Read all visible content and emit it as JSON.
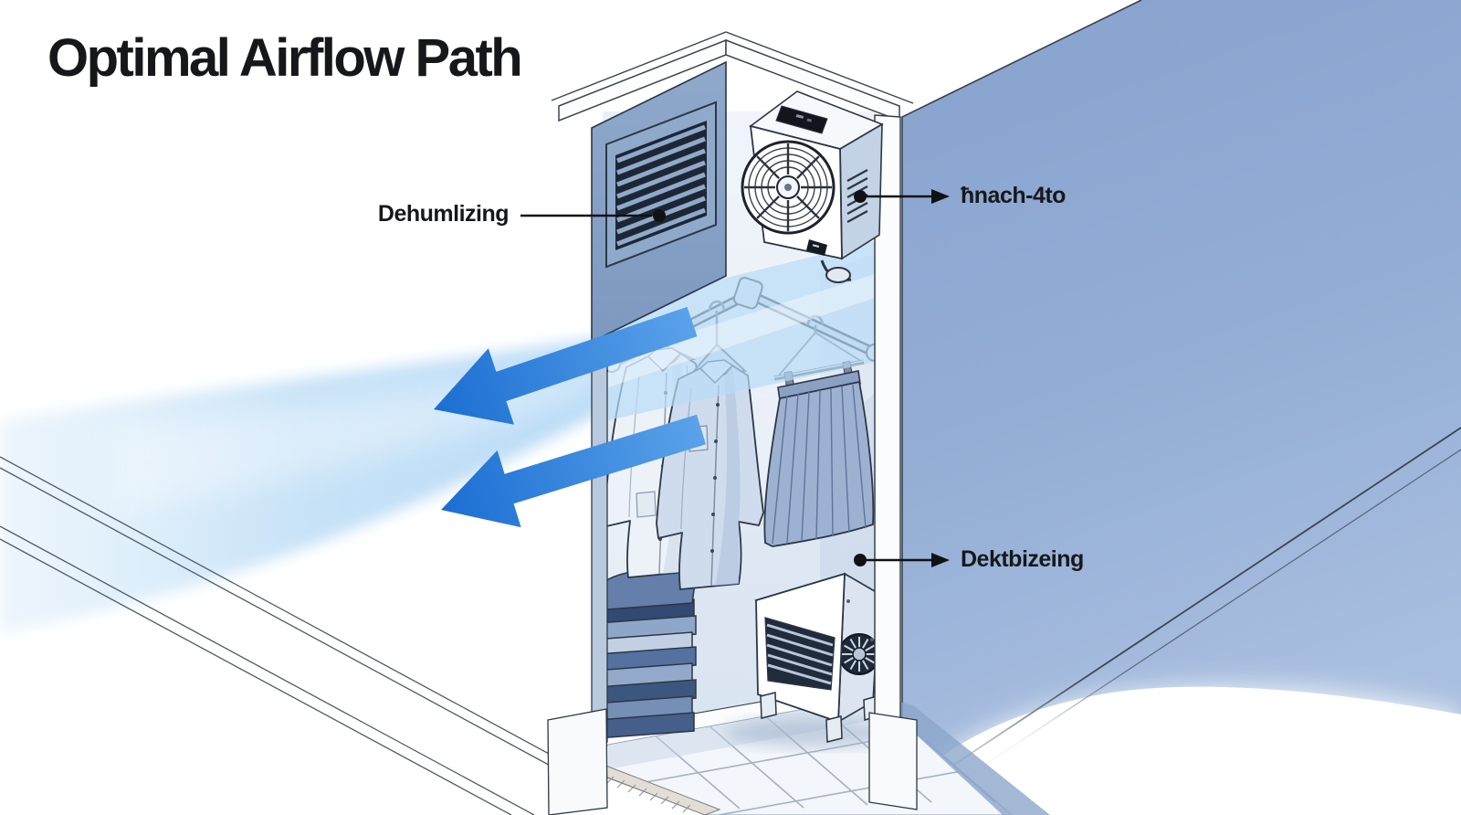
{
  "title": "Optimal Airflow Path",
  "labels": {
    "dehumidifying": {
      "text": "Dehumlizing"
    },
    "intake_unit": {
      "text": "ħnach-4to"
    },
    "drying_unit": {
      "text": "Dektbizeing"
    }
  },
  "colors": {
    "background": "#ffffff",
    "wall_blue": "#92abd4",
    "panel_blue": "#89a3c7",
    "arrow_blue": "#2a80dd",
    "airflow_blue": "#c9e2f6",
    "outline_dark": "#2b3645",
    "text_dark": "#17181b"
  }
}
